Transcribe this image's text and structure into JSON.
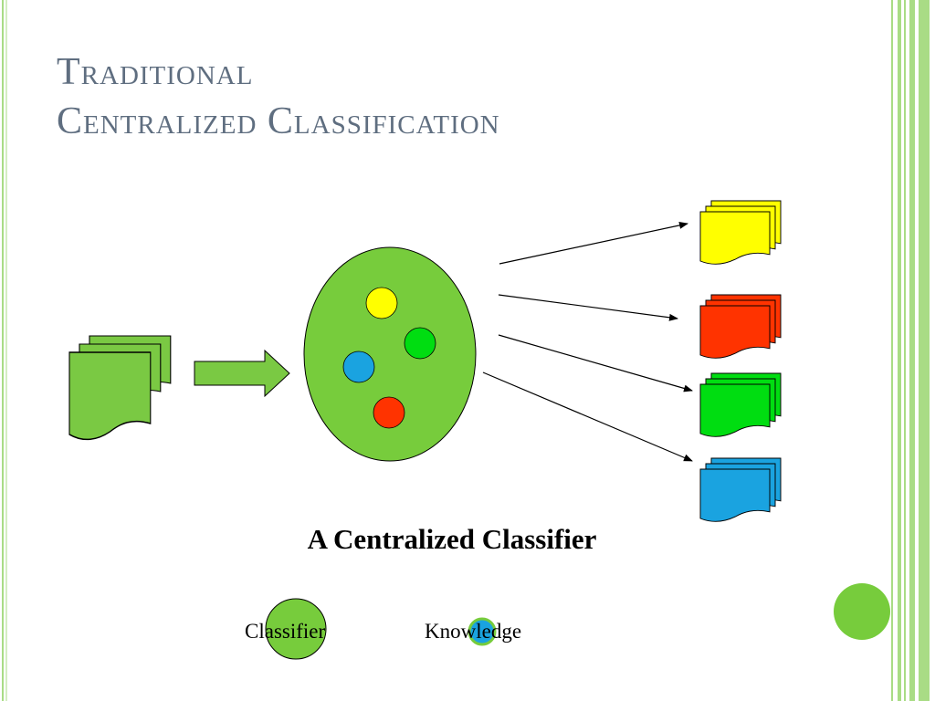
{
  "slide": {
    "title_line1": "Traditional",
    "title_line2": "Centralized Classification",
    "caption": "A Centralized Classifier"
  },
  "legend": {
    "classifier_label": "Classifier",
    "knowledge_label": "Knowledge"
  },
  "colors": {
    "title": "#5f6e80",
    "classifier_green": "#77cc3c",
    "knowledge_yellow": "#ffff00",
    "knowledge_green": "#00dd11",
    "knowledge_blue": "#1aa3e0",
    "knowledge_red": "#ff3300",
    "frame_green": "#a9dc85",
    "accent_dot": "#77cc3c"
  },
  "diagram": {
    "input_documents": {
      "color": "input-green",
      "icon": "stacked-documents-icon"
    },
    "classifier_knowledge": [
      "yellow",
      "green",
      "blue",
      "red"
    ],
    "output_categories": [
      "yellow",
      "red",
      "green",
      "blue"
    ]
  }
}
